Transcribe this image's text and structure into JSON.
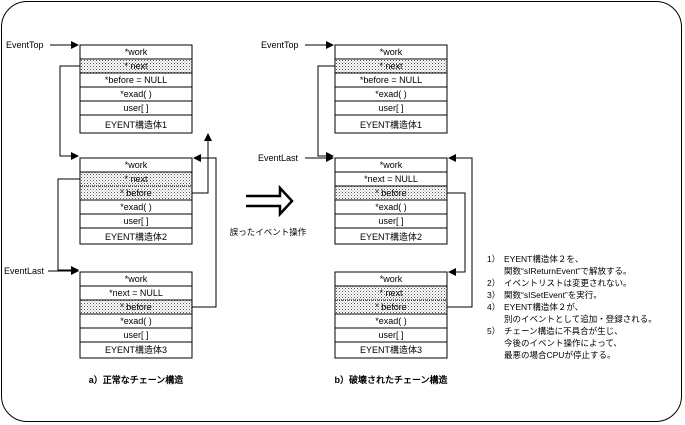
{
  "labels": {
    "event_top": "EventTop",
    "event_last": "EventLast",
    "wrong_op": "誤ったイベント操作",
    "caption_a": "a）正常なチェーン構造",
    "caption_b": "b）破壊されたチェーン構造"
  },
  "fields": {
    "work": "*work",
    "next": "* next",
    "before_null": "*before = NULL",
    "exad": "*exad( )",
    "user": "user[ ]",
    "next_null": "*next = NULL",
    "before": "* before"
  },
  "struct_names": {
    "s1": "EYENT構造体1",
    "s2": "EYENT構造体2",
    "s3": "EYENT構造体3"
  },
  "notes": [
    {
      "num": "1）",
      "lines": [
        "EYENT構造体２を、",
        "関数“sIReturnEvent”で解放する。"
      ]
    },
    {
      "num": "2）",
      "lines": [
        "イベントリストは変更されない。"
      ]
    },
    {
      "num": "3）",
      "lines": [
        "関数“sISetEvent”を実行。"
      ]
    },
    {
      "num": "4）",
      "lines": [
        "EYENT構造体２が、",
        "別のイベントとして追加・登録される。"
      ]
    },
    {
      "num": "5）",
      "lines": [
        "チェーン構造に不具合が生じ、",
        "今後のイベント操作によって、",
        "最悪の場合CPUが停止する。"
      ]
    }
  ],
  "colors": {
    "line": "#000000",
    "shade": "#d9d9d9"
  }
}
